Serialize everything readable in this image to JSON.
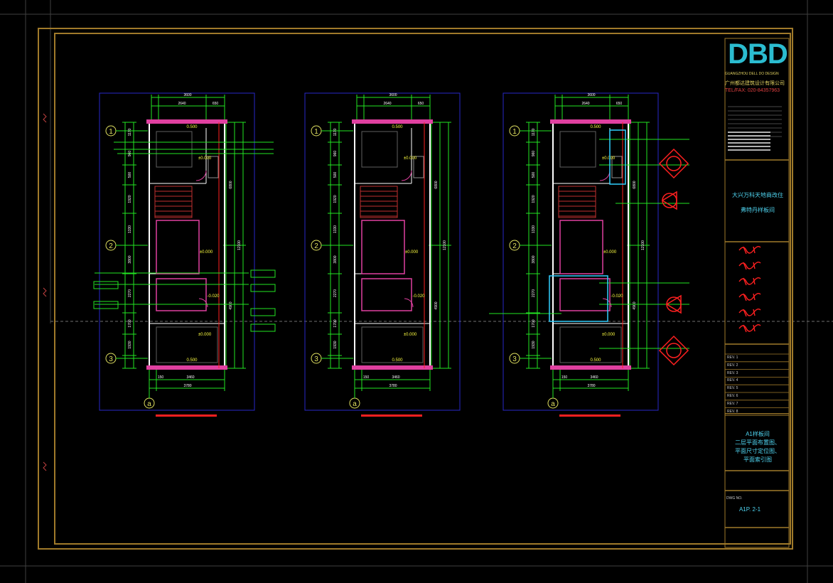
{
  "colors": {
    "background": "#000000",
    "frame": "#a07a2a",
    "plan_border": "#2828c8",
    "wall": "#ffffff",
    "dimension": "#22e622",
    "pink": "#e040a0",
    "red": "#ff2020",
    "cyan": "#30d0ff",
    "titleblock_text": "#4fd4f0",
    "gray": "#808080"
  },
  "plans": [
    {
      "top_dims": [
        "3600",
        "2640",
        "650"
      ],
      "left_dims": [
        "1170",
        "960",
        "500",
        "1920",
        "1330",
        "3800",
        "2270",
        "1700",
        "1930"
      ],
      "right_dims": [
        "12100",
        "6800",
        "4900"
      ],
      "bottom_dims": [
        "150",
        "3460",
        "3780"
      ],
      "levels": [
        "0.500",
        "±0.000",
        "±0.000",
        "-0.020",
        "±0.000",
        "0.500"
      ],
      "grid_rows": [
        "1",
        "2",
        "3"
      ],
      "grid_col": "a"
    },
    {
      "top_dims": [
        "3600",
        "2640",
        "650"
      ],
      "left_dims": [
        "1170",
        "960",
        "500",
        "1920",
        "1330",
        "3800",
        "2270",
        "1700",
        "1930"
      ],
      "right_dims": [
        "12100",
        "6800",
        "4900"
      ],
      "bottom_dims": [
        "150",
        "3460",
        "3780"
      ],
      "levels": [
        "0.500",
        "±0.000",
        "±0.000",
        "-0.020",
        "±0.000",
        "0.500"
      ],
      "grid_rows": [
        "1",
        "2",
        "3"
      ],
      "grid_col": "a"
    },
    {
      "top_dims": [
        "3600",
        "2640",
        "650"
      ],
      "left_dims": [
        "1170",
        "960",
        "500",
        "1920",
        "1330",
        "3800",
        "2270",
        "1700",
        "1930"
      ],
      "right_dims": [
        "12100",
        "6800",
        "4900"
      ],
      "bottom_dims": [
        "150",
        "3460",
        "3780"
      ],
      "levels": [
        "0.500",
        "±0.000",
        "±0.000",
        "-0.020",
        "±0.000",
        "0.500"
      ],
      "grid_rows": [
        "1",
        "2",
        "3"
      ],
      "grid_col": "a"
    }
  ],
  "title_block": {
    "logo": "DBD",
    "company_en": "GUANGZHOU DELL DO DESIGN",
    "company_cn": "广州都达建筑设计有限公司",
    "tel": "TEL/FAX: 020-84357963",
    "project_line1": "大兴万科天地商改住",
    "project_line2": "弗特丹样板间",
    "revisions": [
      "REV. 1",
      "REV. 2",
      "REV. 3",
      "REV. 4",
      "REV. 5",
      "REV. 6",
      "REV. 7",
      "REV. 8"
    ],
    "drawing_title_line1": "A1样板间",
    "drawing_title_line2": "二层平面布置图、",
    "drawing_title_line3": "平面尺寸定位图、",
    "drawing_title_line4": "平面索引图",
    "drawing_no_label": "DWG NO.",
    "drawing_no": "A1P. 2-1"
  }
}
